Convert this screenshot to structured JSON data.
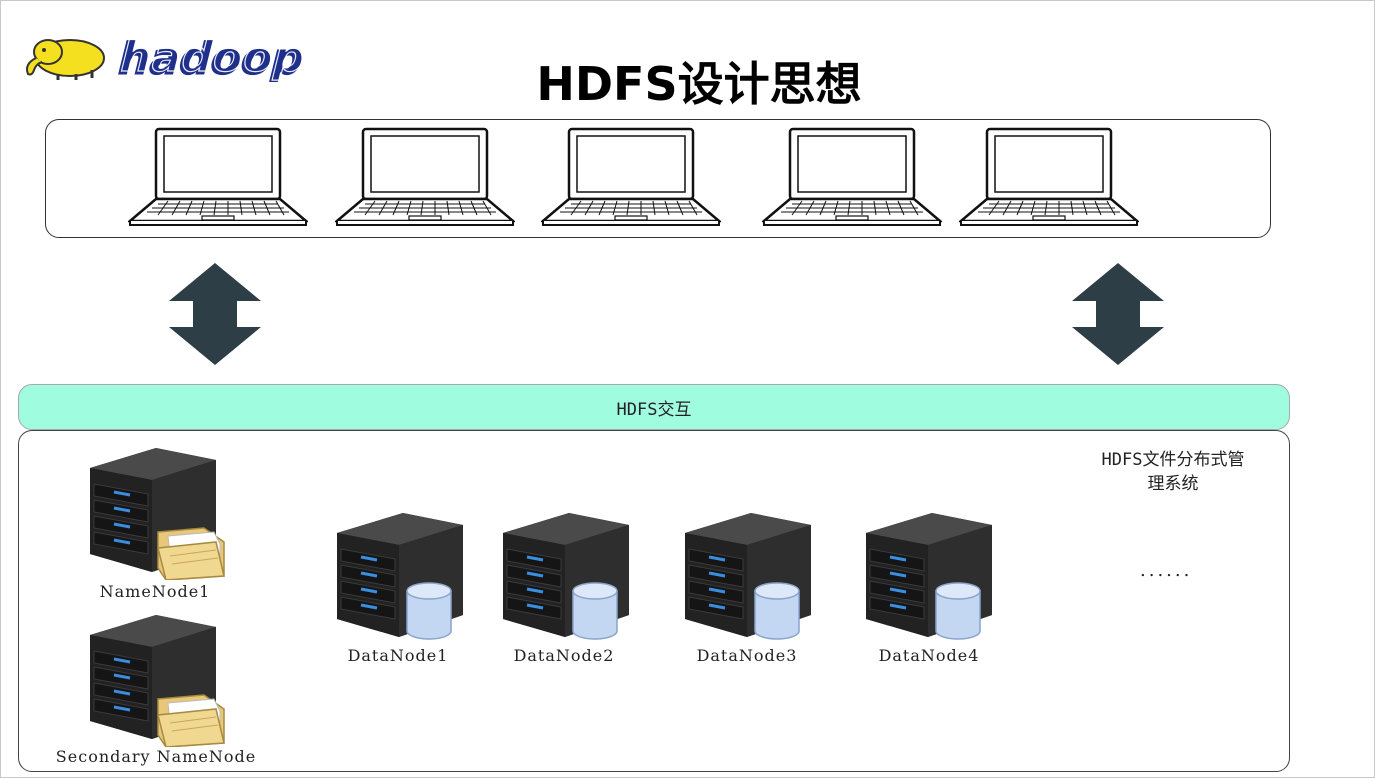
{
  "title": "HDFS设计思想",
  "logo": {
    "text": "hadoop",
    "icon": "hadoop-elephant-logo"
  },
  "clients": {
    "count": 5,
    "icon": "laptop-icon"
  },
  "interaction_bar": {
    "label": "HDFS交互"
  },
  "cluster": {
    "label_line1": "HDFS文件分布式管",
    "label_line2": "理系统",
    "namenodes": [
      {
        "label": "NameNode1",
        "icon": "server-with-folder-icon"
      },
      {
        "label": "Secondary NameNode",
        "icon": "server-with-folder-icon"
      }
    ],
    "datanodes": [
      {
        "label": "DataNode1",
        "icon": "server-with-disk-icon"
      },
      {
        "label": "DataNode2",
        "icon": "server-with-disk-icon"
      },
      {
        "label": "DataNode3",
        "icon": "server-with-disk-icon"
      },
      {
        "label": "DataNode4",
        "icon": "server-with-disk-icon"
      }
    ],
    "more": "......"
  },
  "colors": {
    "bar_fill": "#9ffcdf",
    "arrow": "#2d3e46",
    "server_body": "#2a2a2a",
    "server_led": "#3a8ee0",
    "disk": "#c3d6f2",
    "folder": "#e8c878"
  }
}
